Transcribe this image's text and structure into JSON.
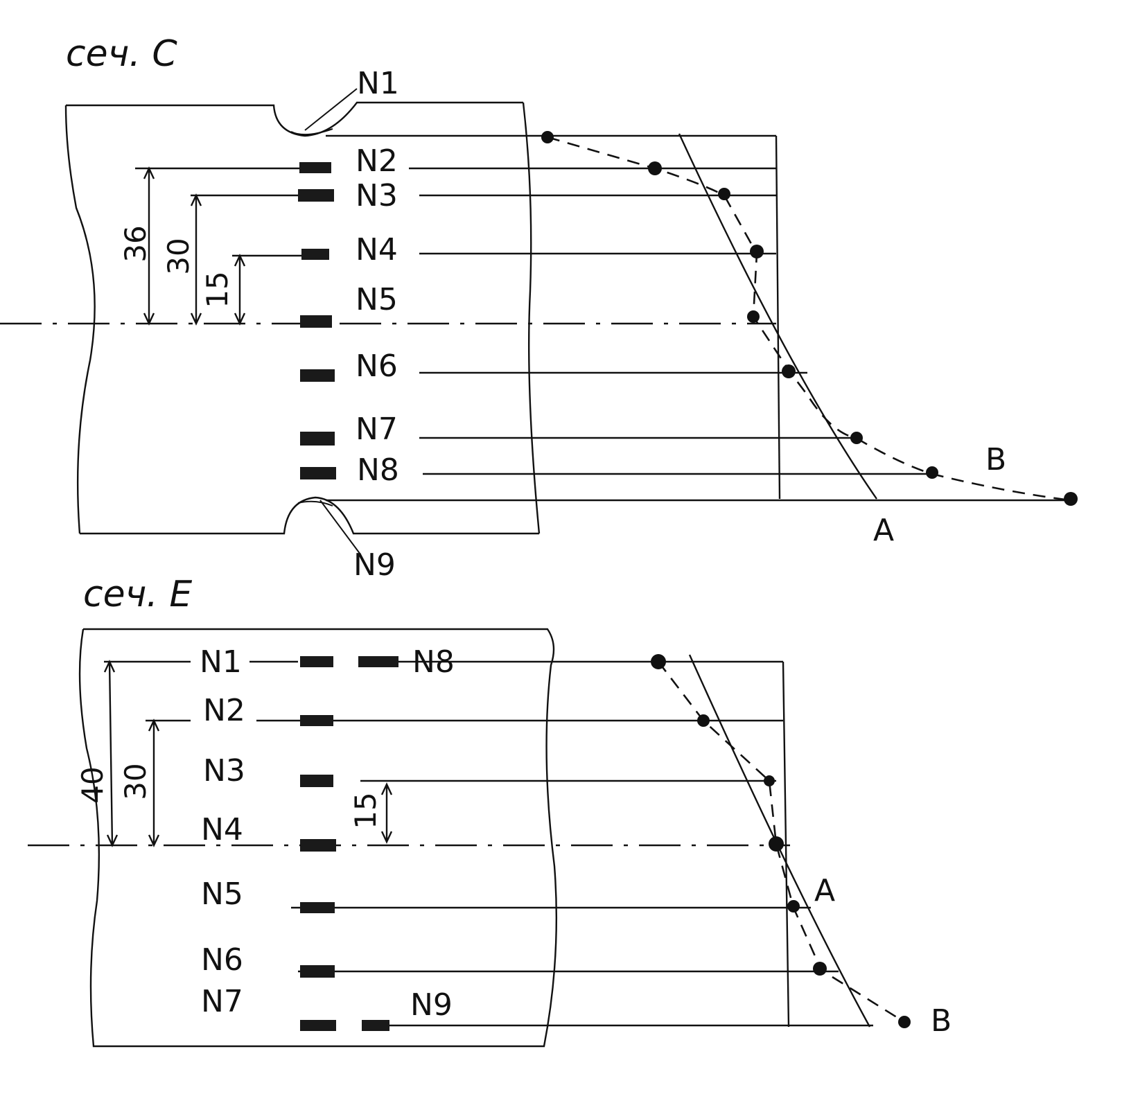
{
  "section_c": {
    "title": "сеч. С",
    "gauges": [
      "N1",
      "N2",
      "N3",
      "N4",
      "N5",
      "N6",
      "N7",
      "N8",
      "N9"
    ],
    "dimensions": [
      "36",
      "30",
      "15"
    ],
    "curve_labels": {
      "a": "A",
      "b": "B"
    }
  },
  "section_e": {
    "title": "сеч. Е",
    "gauges": [
      "N1",
      "N2",
      "N3",
      "N4",
      "N5",
      "N6",
      "N7",
      "N8",
      "N9"
    ],
    "dimensions": [
      "40",
      "30",
      "15"
    ],
    "curve_labels": {
      "a": "A",
      "b": "B"
    }
  }
}
